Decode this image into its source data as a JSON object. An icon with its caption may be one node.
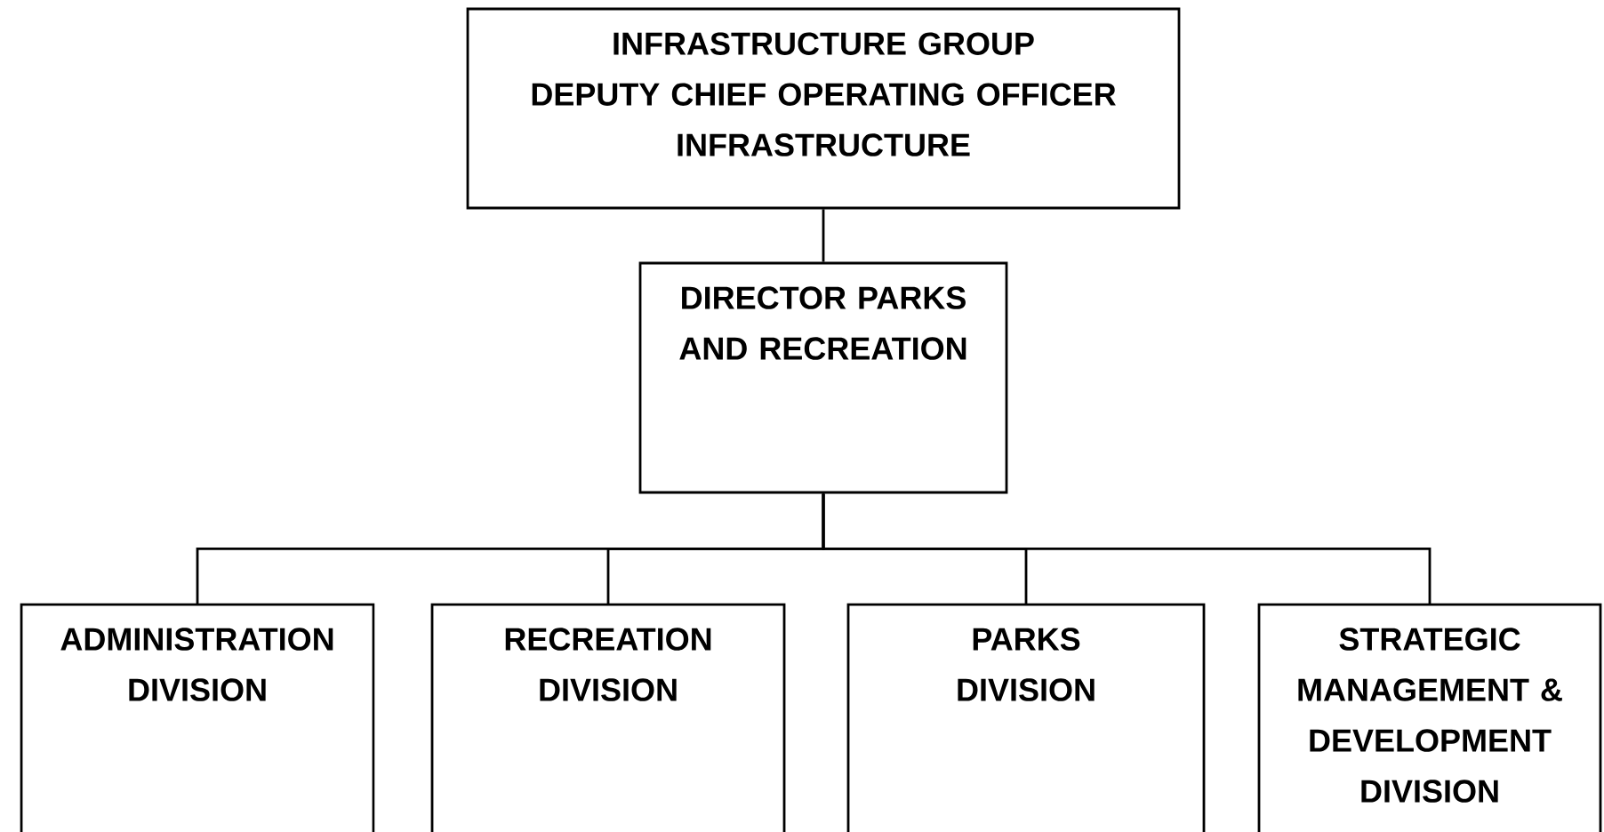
{
  "diagram": {
    "nodes": [
      {
        "text": [
          "INFRASTRUCTURE GROUP",
          "DEPUTY CHIEF OPERATING OFFICER",
          "INFRASTRUCTURE"
        ]
      },
      {
        "text": [
          "DIRECTOR PARKS AND RECREATION"
        ]
      },
      {
        "text": [
          "ADMINISTRATION DIVISION"
        ]
      },
      {
        "text": [
          "RECREATION DIVISION"
        ]
      },
      {
        "text": [
          "PARKS DIVISION"
        ]
      },
      {
        "text": [
          "STRATEGIC MANAGEMENT & DEVELOPMENT DIVISION"
        ]
      }
    ],
    "edges": [
      {
        "from": 0,
        "to": 1,
        "arrow": "none"
      },
      {
        "from": 1,
        "to": 2,
        "arrow": "none"
      },
      {
        "from": 1,
        "to": 3,
        "arrow": "none"
      },
      {
        "from": 1,
        "to": 4,
        "arrow": "none"
      },
      {
        "from": 1,
        "to": 5,
        "arrow": "none"
      }
    ]
  }
}
